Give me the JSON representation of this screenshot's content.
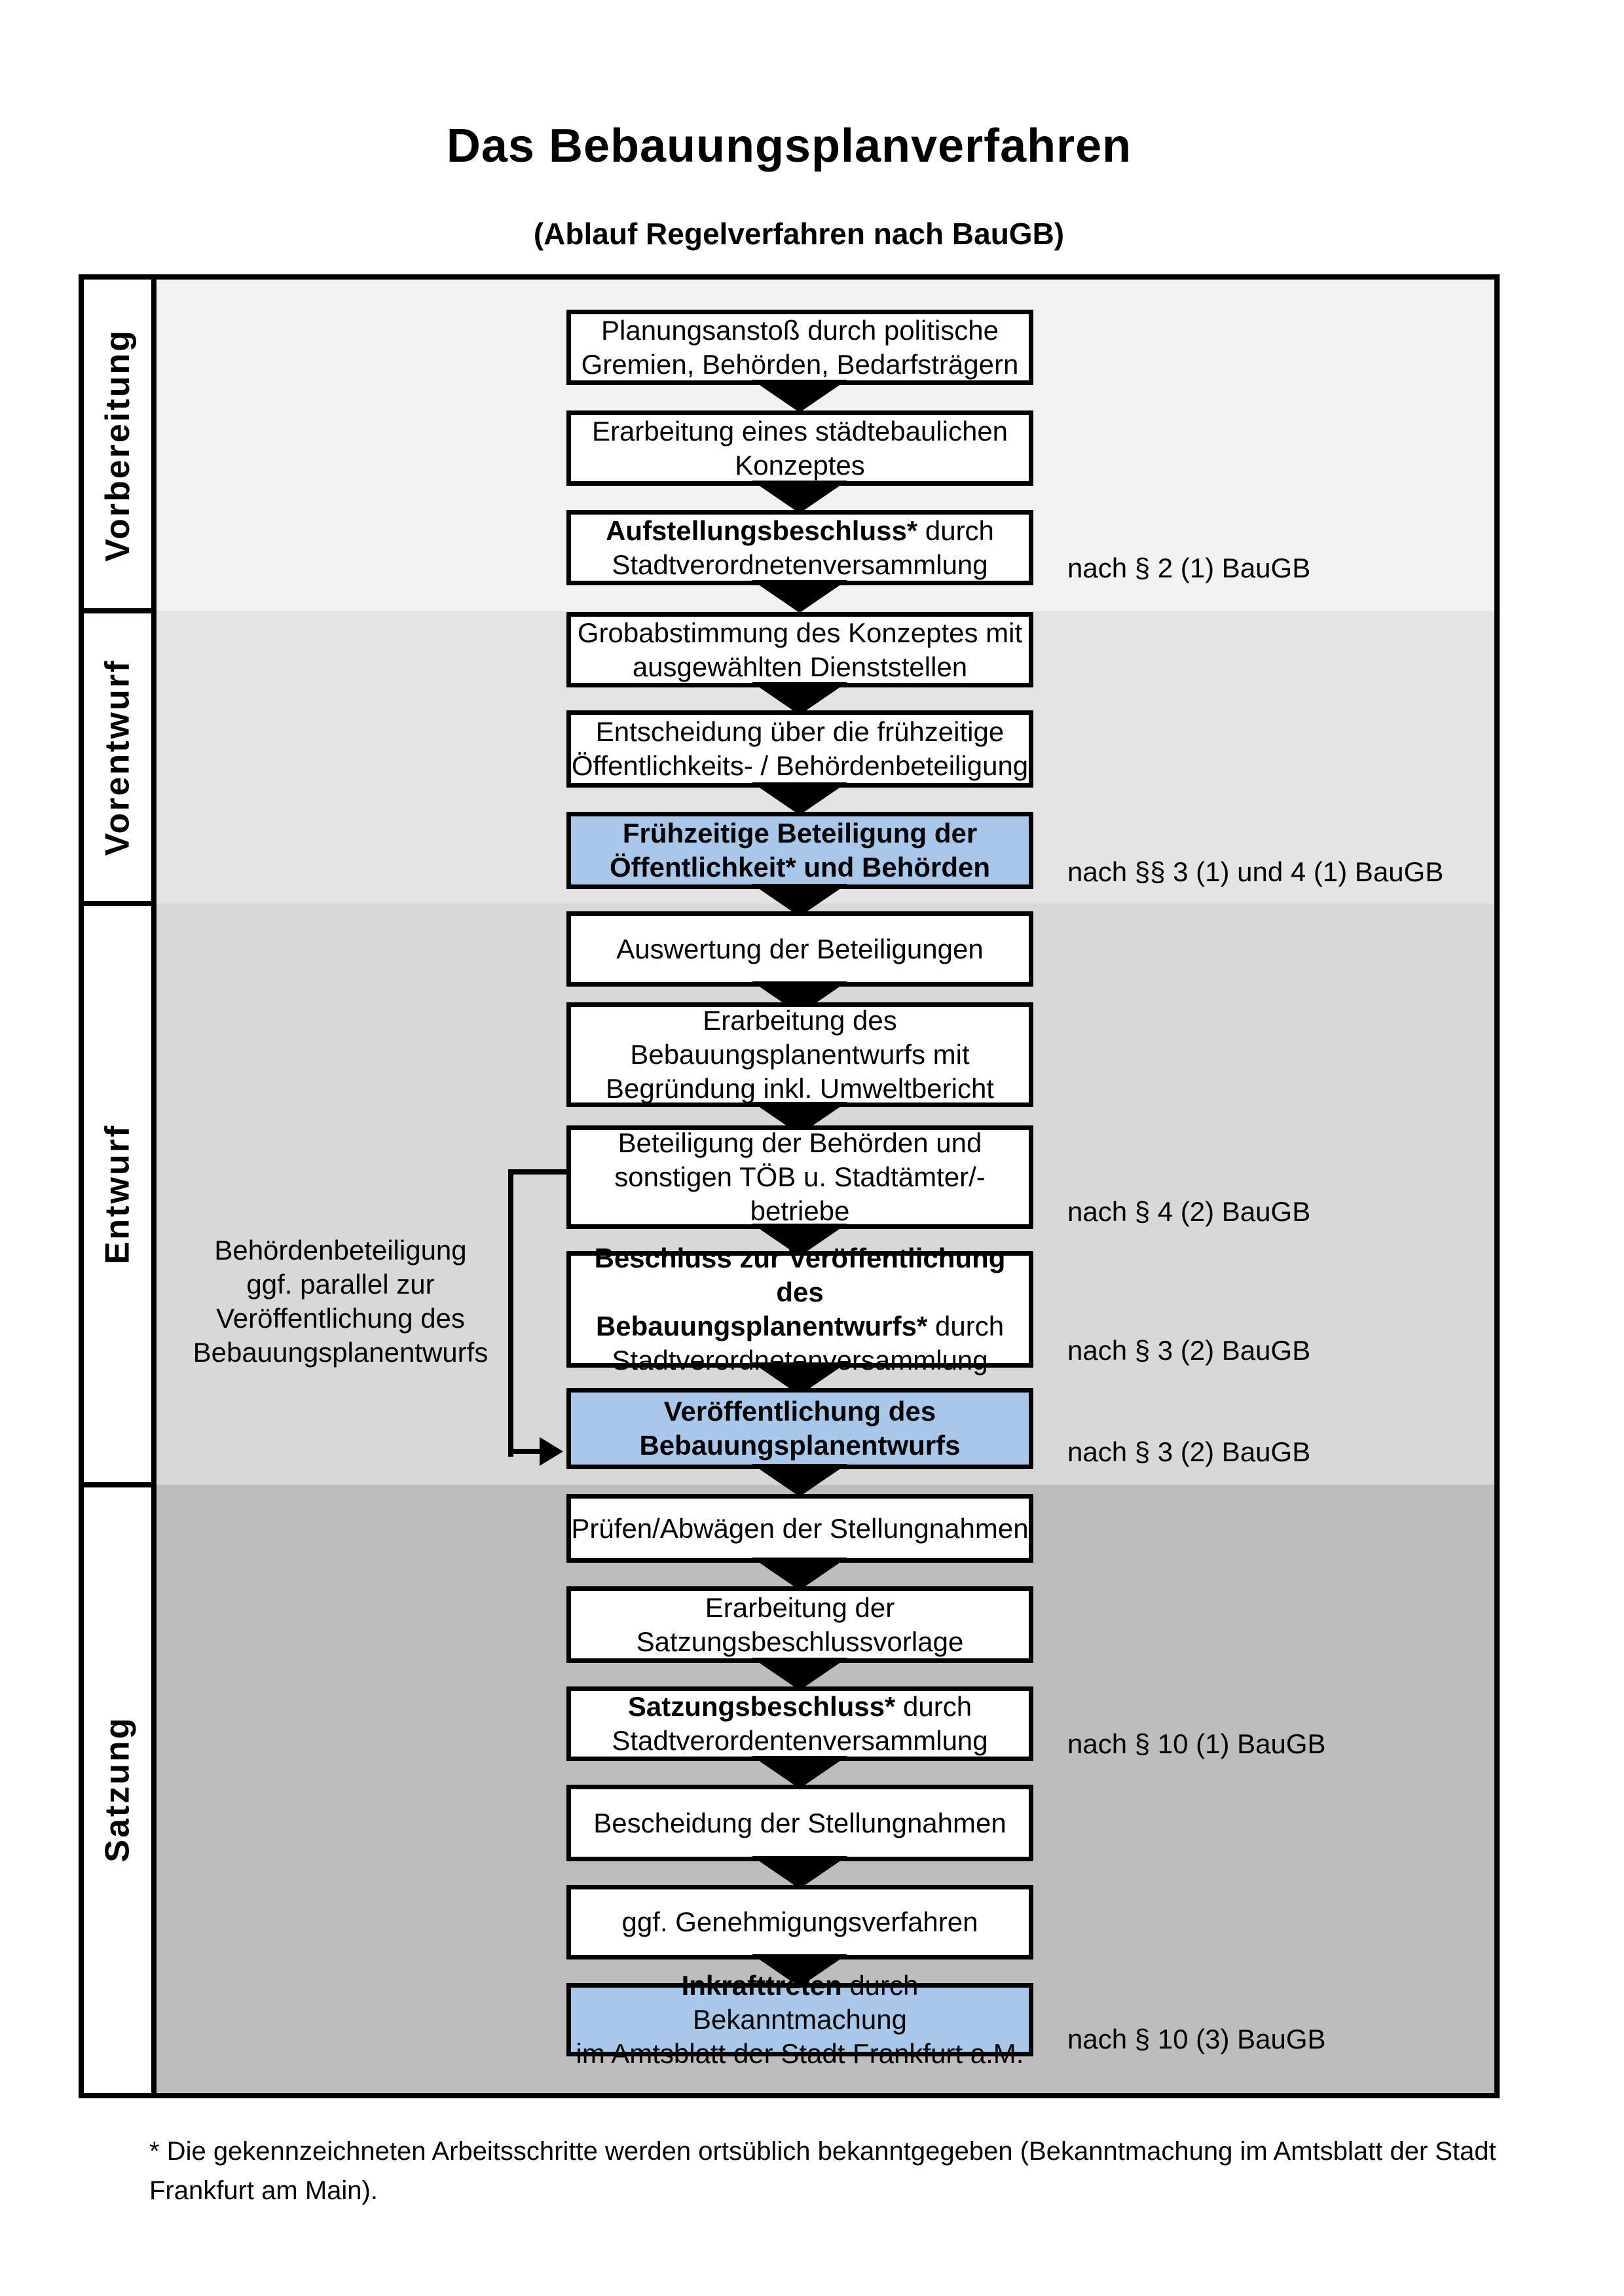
{
  "title": "Das Bebauungsplanverfahren",
  "subtitle": "(Ablauf Regelverfahren nach BauGB)",
  "colors": {
    "section_vorbereitung_bg": "#f2f2f2",
    "section_vorentwurf_bg": "#e4e4e4",
    "section_entwurf_bg": "#d8d8d8",
    "section_satzung_bg": "#bdbdbd",
    "highlight_box_bg": "#a9c7e9",
    "border": "#000000"
  },
  "sections": [
    {
      "label": "Vorbereitung"
    },
    {
      "label": "Vorentwurf"
    },
    {
      "label": "Entwurf"
    },
    {
      "label": "Satzung"
    }
  ],
  "boxes": [
    {
      "lines": [
        {
          "segments": [
            {
              "text": "Planungsanstoß durch politische",
              "bold": false
            }
          ]
        },
        {
          "segments": [
            {
              "text": "Gremien, Behörden, Bedarfsträgern",
              "bold": false
            }
          ]
        }
      ]
    },
    {
      "lines": [
        {
          "segments": [
            {
              "text": "Erarbeitung eines städtebaulichen",
              "bold": false
            }
          ]
        },
        {
          "segments": [
            {
              "text": "Konzeptes",
              "bold": false
            }
          ]
        }
      ]
    },
    {
      "ref": "nach § 2 (1) BauGB",
      "lines": [
        {
          "segments": [
            {
              "text": "Aufstellungsbeschluss*",
              "bold": true
            },
            {
              "text": " durch",
              "bold": false
            }
          ]
        },
        {
          "segments": [
            {
              "text": "Stadtverordnetenversammlung",
              "bold": false
            }
          ]
        }
      ]
    },
    {
      "lines": [
        {
          "segments": [
            {
              "text": "Grobabstimmung des Konzeptes mit",
              "bold": false
            }
          ]
        },
        {
          "segments": [
            {
              "text": "ausgewählten Dienststellen",
              "bold": false
            }
          ]
        }
      ]
    },
    {
      "lines": [
        {
          "segments": [
            {
              "text": "Entscheidung über die frühzeitige",
              "bold": false
            }
          ]
        },
        {
          "segments": [
            {
              "text": "Öffentlichkeits- / Behördenbeteiligung",
              "bold": false
            }
          ]
        }
      ]
    },
    {
      "ref": "nach §§ 3 (1) und 4 (1) BauGB",
      "highlighted": true,
      "lines": [
        {
          "segments": [
            {
              "text": "Frühzeitige Beteiligung der",
              "bold": true
            }
          ]
        },
        {
          "segments": [
            {
              "text": "Öffentlichkeit* und Behörden",
              "bold": true
            }
          ]
        }
      ]
    },
    {
      "lines": [
        {
          "segments": [
            {
              "text": "Auswertung der Beteiligungen",
              "bold": false
            }
          ]
        }
      ]
    },
    {
      "lines": [
        {
          "segments": [
            {
              "text": "Erarbeitung des",
              "bold": false
            }
          ]
        },
        {
          "segments": [
            {
              "text": "Bebauungsplanentwurfs mit",
              "bold": false
            }
          ]
        },
        {
          "segments": [
            {
              "text": "Begründung inkl. Umweltbericht",
              "bold": false
            }
          ]
        }
      ]
    },
    {
      "ref": "nach § 4 (2) BauGB",
      "lines": [
        {
          "segments": [
            {
              "text": "Beteiligung der Behörden und",
              "bold": false
            }
          ]
        },
        {
          "segments": [
            {
              "text": "sonstigen TÖB u. Stadtämter/-betriebe",
              "bold": false
            }
          ]
        }
      ]
    },
    {
      "ref": "nach § 3 (2) BauGB",
      "lines": [
        {
          "segments": [
            {
              "text": "Beschluss zur Veröffentlichung des",
              "bold": true
            }
          ]
        },
        {
          "segments": [
            {
              "text": "Bebauungsplanentwurfs*",
              "bold": true
            },
            {
              "text": " durch",
              "bold": false
            }
          ]
        },
        {
          "segments": [
            {
              "text": "Stadtverordnetenversammlung",
              "bold": false
            }
          ]
        }
      ]
    },
    {
      "ref": "nach § 3 (2) BauGB",
      "highlighted": true,
      "lines": [
        {
          "segments": [
            {
              "text": "Veröffentlichung des",
              "bold": true
            }
          ]
        },
        {
          "segments": [
            {
              "text": "Bebauungsplanentwurfs",
              "bold": true
            }
          ]
        }
      ]
    },
    {
      "lines": [
        {
          "segments": [
            {
              "text": "Prüfen/Abwägen der Stellungnahmen",
              "bold": false
            }
          ]
        }
      ]
    },
    {
      "lines": [
        {
          "segments": [
            {
              "text": "Erarbeitung der",
              "bold": false
            }
          ]
        },
        {
          "segments": [
            {
              "text": "Satzungsbeschlussvorlage",
              "bold": false
            }
          ]
        }
      ]
    },
    {
      "ref": "nach § 10 (1) BauGB",
      "lines": [
        {
          "segments": [
            {
              "text": "Satzungsbeschluss*",
              "bold": true
            },
            {
              "text": " durch",
              "bold": false
            }
          ]
        },
        {
          "segments": [
            {
              "text": "Stadtverordentenversammlung",
              "bold": false
            }
          ]
        }
      ]
    },
    {
      "lines": [
        {
          "segments": [
            {
              "text": "Bescheidung der Stellungnahmen",
              "bold": false
            }
          ]
        }
      ]
    },
    {
      "lines": [
        {
          "segments": [
            {
              "text": "ggf. Genehmigungsverfahren",
              "bold": false
            }
          ]
        }
      ]
    },
    {
      "ref": "nach § 10 (3) BauGB",
      "highlighted": true,
      "lines": [
        {
          "segments": [
            {
              "text": "Inkrafttreten",
              "bold": true
            },
            {
              "text": " durch Bekanntmachung",
              "bold": false
            }
          ]
        },
        {
          "segments": [
            {
              "text": "im Amtsblatt der Stadt Frankfurt a.M.",
              "bold": false
            }
          ]
        }
      ]
    }
  ],
  "side_note": {
    "lines": [
      "Behördenbeteiligung",
      "ggf. parallel zur",
      "Veröffentlichung des",
      "Bebauungsplanentwurfs"
    ]
  },
  "footnote": "* Die gekennzeichneten Arbeitsschritte werden ortsüblich bekanntgegeben (Bekanntmachung im Amtsblatt  der Stadt Frankfurt am Main)."
}
